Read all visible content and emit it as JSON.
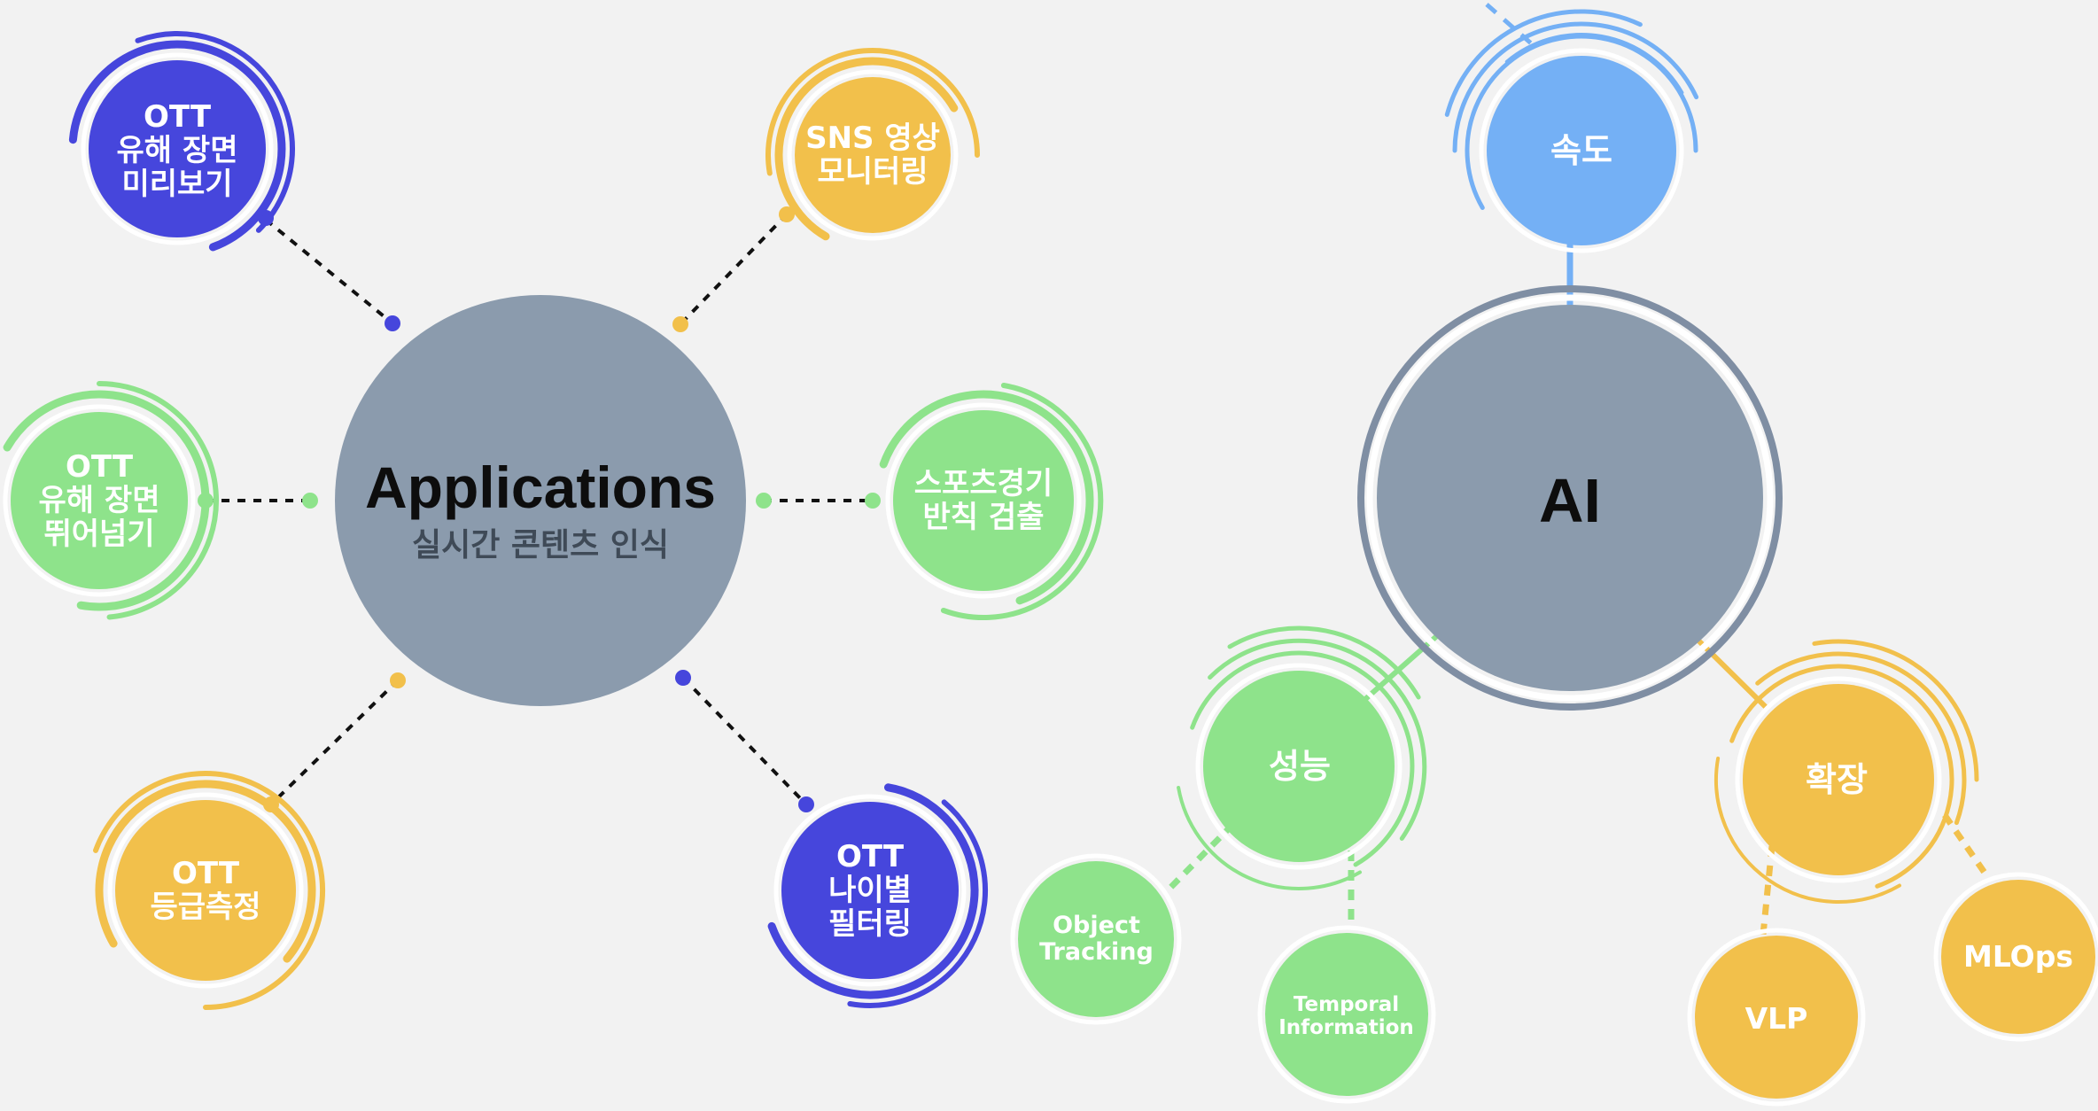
{
  "colors": {
    "background": "#f2f2f2",
    "hub": "#8b9bad",
    "hub_ring": "#7f8ea3",
    "purple": "#4646dc",
    "green": "#8ee38b",
    "yellow": "#f2c04b",
    "blue": "#74b0f5",
    "connector": "#111111"
  },
  "applications": {
    "title": "Applications",
    "subtitle": "실시간 콘텐츠 인식",
    "nodes": [
      {
        "id": "ott-preview",
        "color": "purple",
        "lines": [
          "OTT",
          "유해 장면",
          "미리보기"
        ]
      },
      {
        "id": "sns-monitoring",
        "color": "yellow",
        "lines": [
          "SNS 영상",
          "모니터링"
        ]
      },
      {
        "id": "ott-skip",
        "color": "green",
        "lines": [
          "OTT",
          "유해 장면",
          "뛰어넘기"
        ]
      },
      {
        "id": "sports-foul",
        "color": "green",
        "lines": [
          "스포츠경기",
          "반칙 검출"
        ]
      },
      {
        "id": "ott-rating",
        "color": "yellow",
        "lines": [
          "OTT",
          "등급측정"
        ]
      },
      {
        "id": "ott-age-filter",
        "color": "purple",
        "lines": [
          "OTT",
          "나이별",
          "필터링"
        ]
      }
    ]
  },
  "ai": {
    "title": "AI",
    "nodes": [
      {
        "id": "speed",
        "color": "blue",
        "lines": [
          "속도"
        ]
      },
      {
        "id": "performance",
        "color": "green",
        "lines": [
          "성능"
        ]
      },
      {
        "id": "scalability",
        "color": "yellow",
        "lines": [
          "확장"
        ]
      },
      {
        "id": "object-tracking",
        "color": "green",
        "lines": [
          "Object",
          "Tracking"
        ]
      },
      {
        "id": "temporal-information",
        "color": "green",
        "lines": [
          "Temporal",
          "Information"
        ]
      },
      {
        "id": "vlp",
        "color": "yellow",
        "lines": [
          "VLP"
        ]
      },
      {
        "id": "mlops",
        "color": "yellow",
        "lines": [
          "MLOps"
        ]
      }
    ]
  }
}
